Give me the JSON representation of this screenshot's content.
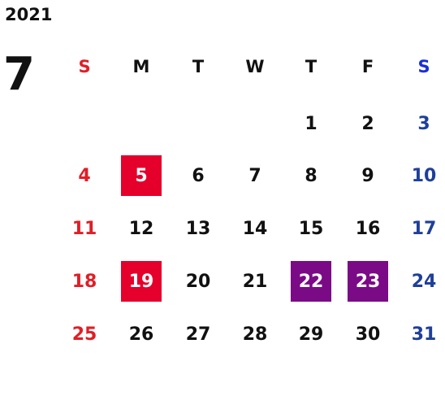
{
  "year": "2021",
  "month": "7",
  "weekdays": [
    "S",
    "M",
    "T",
    "W",
    "T",
    "F",
    "S"
  ],
  "first_weekday_index": 4,
  "weeks": [
    [
      "",
      "",
      "",
      "",
      "1",
      "2",
      "3"
    ],
    [
      "4",
      "5",
      "6",
      "7",
      "8",
      "9",
      "10"
    ],
    [
      "11",
      "12",
      "13",
      "14",
      "15",
      "16",
      "17"
    ],
    [
      "18",
      "19",
      "20",
      "21",
      "22",
      "23",
      "24"
    ],
    [
      "25",
      "26",
      "27",
      "28",
      "29",
      "30",
      "31"
    ]
  ],
  "highlights": [
    {
      "day": "5",
      "color": "#e4002b"
    },
    {
      "day": "19",
      "color": "#e4002b"
    },
    {
      "day": "22",
      "color": "#7b0a86"
    },
    {
      "day": "23",
      "color": "#7b0a86"
    }
  ],
  "colors": {
    "sunday": "#e01e26",
    "saturday": "#1f3f9a",
    "saturday_header": "#1a2fd6",
    "weekday": "#111111",
    "holiday_bg": "#e4002b",
    "special_bg": "#7b0a86"
  }
}
